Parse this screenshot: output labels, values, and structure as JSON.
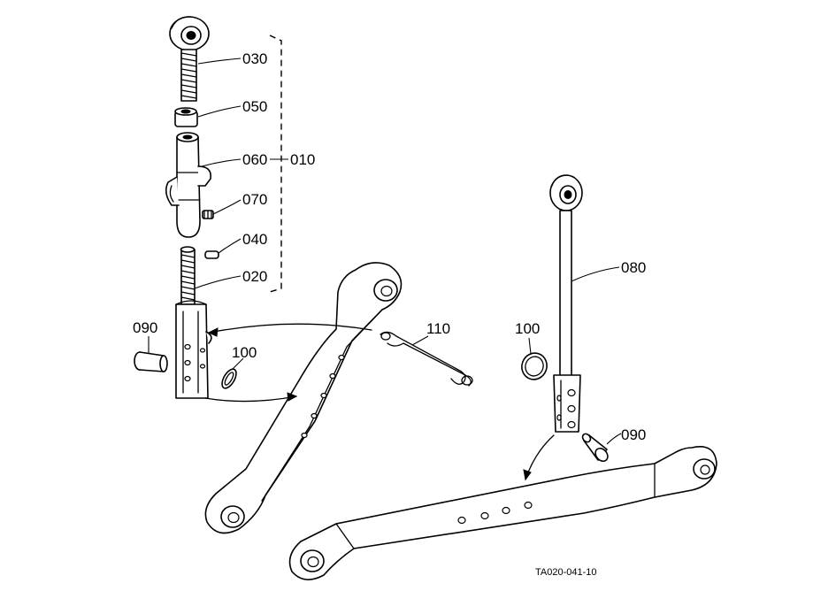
{
  "callouts": {
    "p030": "030",
    "p050": "050",
    "p060": "060",
    "p010": "010",
    "p070": "070",
    "p040": "040",
    "p020": "020",
    "p090_left": "090",
    "p100_left": "100",
    "p110": "110",
    "p080": "080",
    "p100_right": "100",
    "p090_right": "090"
  },
  "figure_code": "TA020-041-10"
}
